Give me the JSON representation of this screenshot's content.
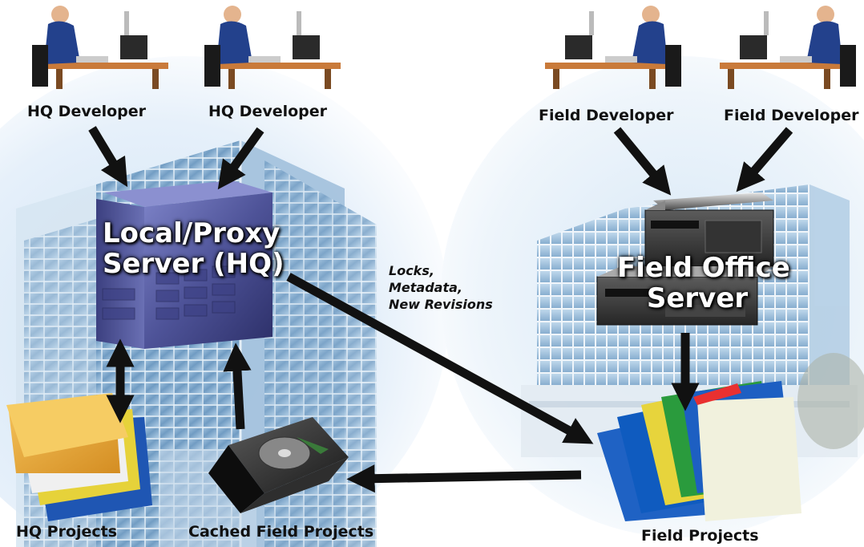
{
  "developers": {
    "hq_left": "HQ Developer",
    "hq_right": "HQ Developer",
    "field_left": "Field Developer",
    "field_right": "Field Developer"
  },
  "servers": {
    "hq_line1": "Local/Proxy",
    "hq_line2": "Server (HQ)",
    "field_line1": "Field Office",
    "field_line2": "Server"
  },
  "flow_label": {
    "line1": "Locks,",
    "line2": "Metadata,",
    "line3": "New Revisions"
  },
  "storage": {
    "hq_projects": "HQ Projects",
    "cached_field_projects": "Cached Field Projects",
    "field_projects": "Field Projects"
  },
  "colors": {
    "arrow": "#111111",
    "hq_server": "#5a5fa8",
    "sky": "#bcd8f0",
    "building_glass": "#7fa8cc"
  }
}
